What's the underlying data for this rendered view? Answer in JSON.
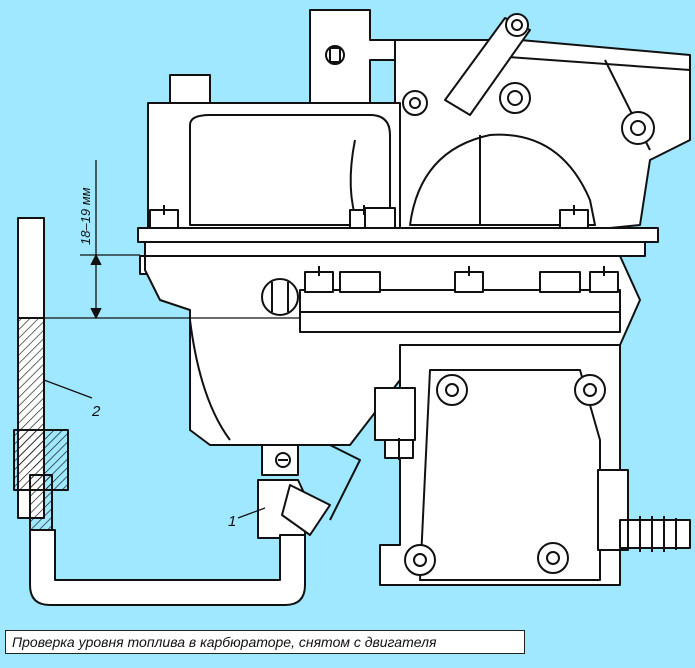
{
  "labels": {
    "part_1": "1",
    "part_2": "2",
    "dimension": "18–19 мм"
  },
  "caption": "Проверка уровня топлива в карбюраторе, снятом с двигателя"
}
